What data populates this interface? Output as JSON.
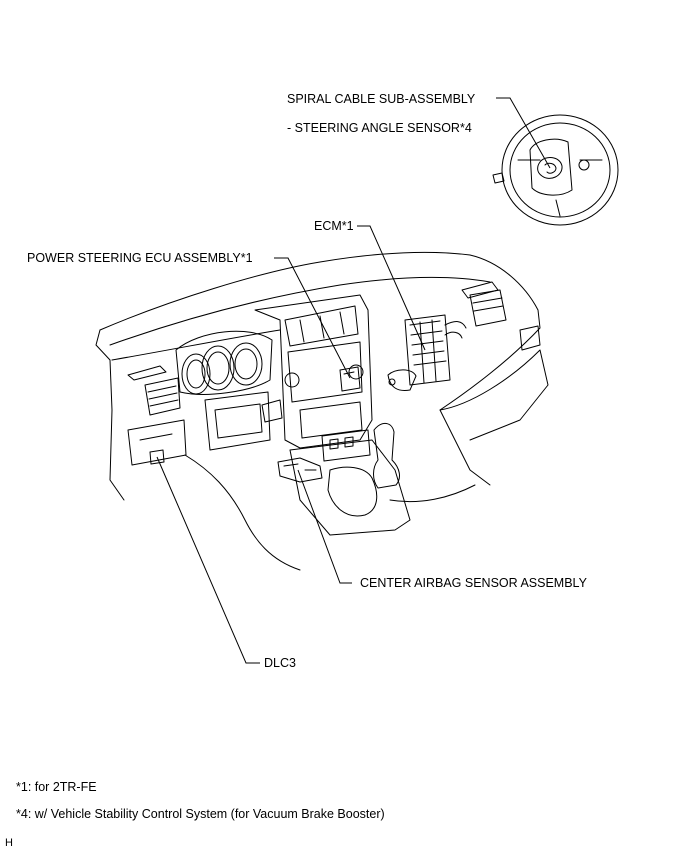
{
  "labels": {
    "spiral_cable_line1": "SPIRAL CABLE SUB-ASSEMBLY",
    "spiral_cable_line2": "- STEERING ANGLE SENSOR*4",
    "ecm": "ECM*1",
    "power_steering_ecu": "POWER STEERING ECU ASSEMBLY*1",
    "center_airbag": "CENTER AIRBAG SENSOR ASSEMBLY",
    "dlc3": "DLC3"
  },
  "footnotes": {
    "note1": "*1: for 2TR-FE",
    "note4": "*4: w/ Vehicle Stability Control System (for Vacuum Brake Booster)"
  },
  "figure_code": "H"
}
